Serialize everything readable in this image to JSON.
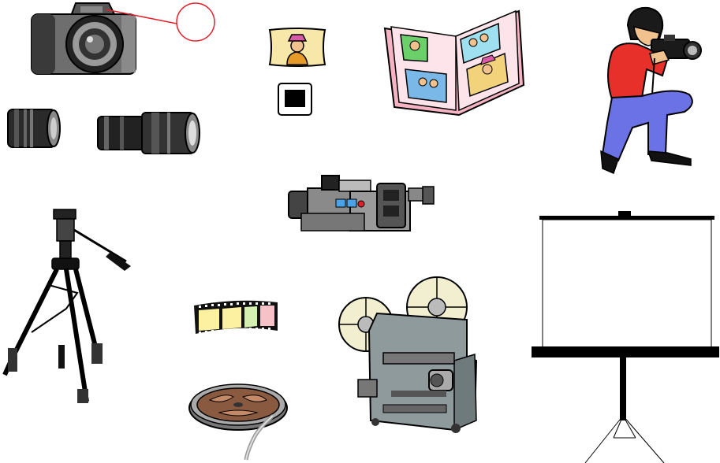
{
  "canvas": {
    "background": "#ffffff"
  },
  "items": [
    {
      "id": "slr-camera",
      "icon": "slr-camera-icon"
    },
    {
      "id": "highlight-circle",
      "icon": "red-callout-circle-icon",
      "color": "#e0202a"
    },
    {
      "id": "short-lens",
      "icon": "short-lens-icon"
    },
    {
      "id": "zoom-lens",
      "icon": "zoom-lens-icon"
    },
    {
      "id": "photo-print",
      "icon": "photo-print-icon"
    },
    {
      "id": "slide-mount",
      "icon": "slide-mount-icon"
    },
    {
      "id": "photo-album",
      "icon": "photo-album-icon"
    },
    {
      "id": "photographer",
      "icon": "photographer-icon"
    },
    {
      "id": "video-camera",
      "icon": "camcorder-icon"
    },
    {
      "id": "tripod",
      "icon": "tripod-icon"
    },
    {
      "id": "film-strip",
      "icon": "film-strip-icon"
    },
    {
      "id": "film-reel",
      "icon": "film-reel-icon"
    },
    {
      "id": "film-projector",
      "icon": "film-projector-icon"
    },
    {
      "id": "projection-screen",
      "icon": "projection-screen-icon"
    }
  ]
}
